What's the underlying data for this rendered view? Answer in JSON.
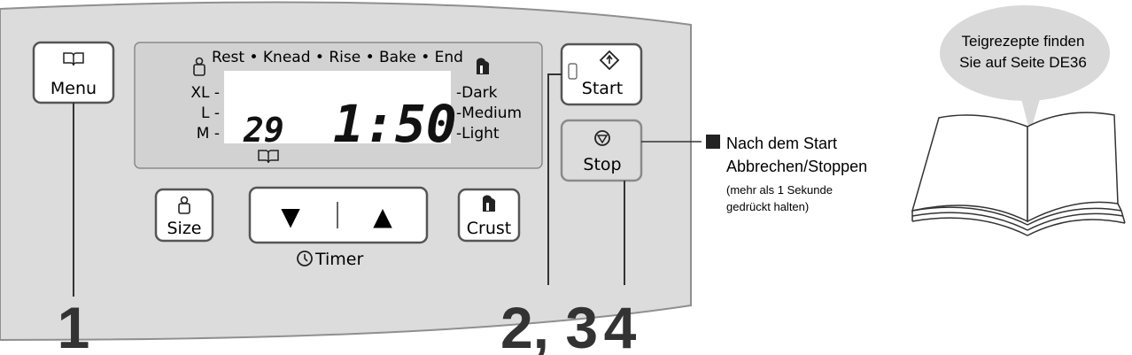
{
  "colors": {
    "panel": "#dcdcdc",
    "panel_edge": "#8f8f8f",
    "display": "#d2d2d2",
    "lcd": "#ffffff",
    "button_fill": "#ffffff",
    "button_border": "#555555",
    "stop_border": "#8a8a8a",
    "callout": "#d9d9d9",
    "lines": "#333333"
  },
  "buttons": {
    "menu": {
      "label": "Menu",
      "icon": "book-icon"
    },
    "start": {
      "label": "Start",
      "icon": "start-diamond-icon"
    },
    "stop": {
      "label": "Stop",
      "icon": "stop-circle-icon"
    },
    "size": {
      "label": "Size",
      "icon": "loaf-size-icon"
    },
    "crust": {
      "label": "Crust",
      "icon": "bread-slice-icon"
    },
    "down": {
      "symbol": "▼"
    },
    "up": {
      "symbol": "▲"
    },
    "timer": {
      "label": "Timer",
      "icon": "clock-icon"
    }
  },
  "display": {
    "stages": "Rest • Knead • Rise • Bake • End",
    "size_levels": [
      "XL -",
      "L -",
      "M -"
    ],
    "crust_levels": [
      "-Dark",
      "-Medium",
      "-Light"
    ],
    "menu_number": "29",
    "time": "1:50"
  },
  "step_numbers": {
    "one": "1",
    "two_three": "2, 3",
    "four": "4"
  },
  "stop_note": {
    "title": "Nach dem Start",
    "subtitle": "Abbrechen/Stoppen",
    "detail_line1": "(mehr als 1 Sekunde",
    "detail_line2": "gedrückt halten)"
  },
  "callout": {
    "line1": "Teigrezepte finden",
    "line2": "Sie auf Seite DE36"
  }
}
